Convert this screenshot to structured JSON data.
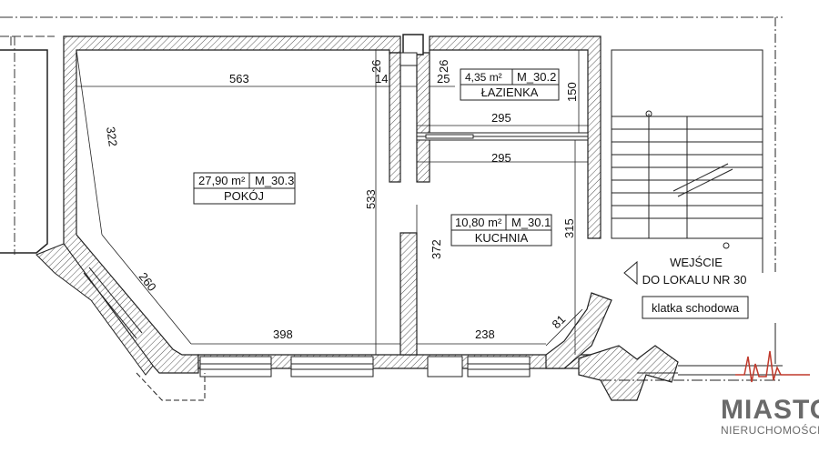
{
  "rooms": [
    {
      "area": "27,90 m²",
      "code": "M_30.3",
      "name": "POKÓJ"
    },
    {
      "area": "4,35 m²",
      "code": "M_30.2",
      "name": "ŁAZIENKA"
    },
    {
      "area": "10,80 m²",
      "code": "M_30.1",
      "name": "KUCHNIA"
    }
  ],
  "dimensions": {
    "d563": "563",
    "d26a": "26",
    "d14": "14",
    "d26b": "26",
    "d25": "25",
    "d150": "150",
    "d295a": "295",
    "d295b": "295",
    "d322": "322",
    "d533": "533",
    "d372": "372",
    "d315": "315",
    "d260": "260",
    "d398": "398",
    "d238": "238",
    "d81": "81"
  },
  "entrance": {
    "line1": "WEJŚCIE",
    "line2": "DO LOKALU NR 30"
  },
  "staircase": "klatka schodowa",
  "logo": {
    "line1": "MIASTO",
    "line2": "NIERUCHOMOŚCI"
  },
  "colors": {
    "wall_hatch": "#555555",
    "logo": "#6a6a6a",
    "logo_accent": "#c0392b"
  }
}
